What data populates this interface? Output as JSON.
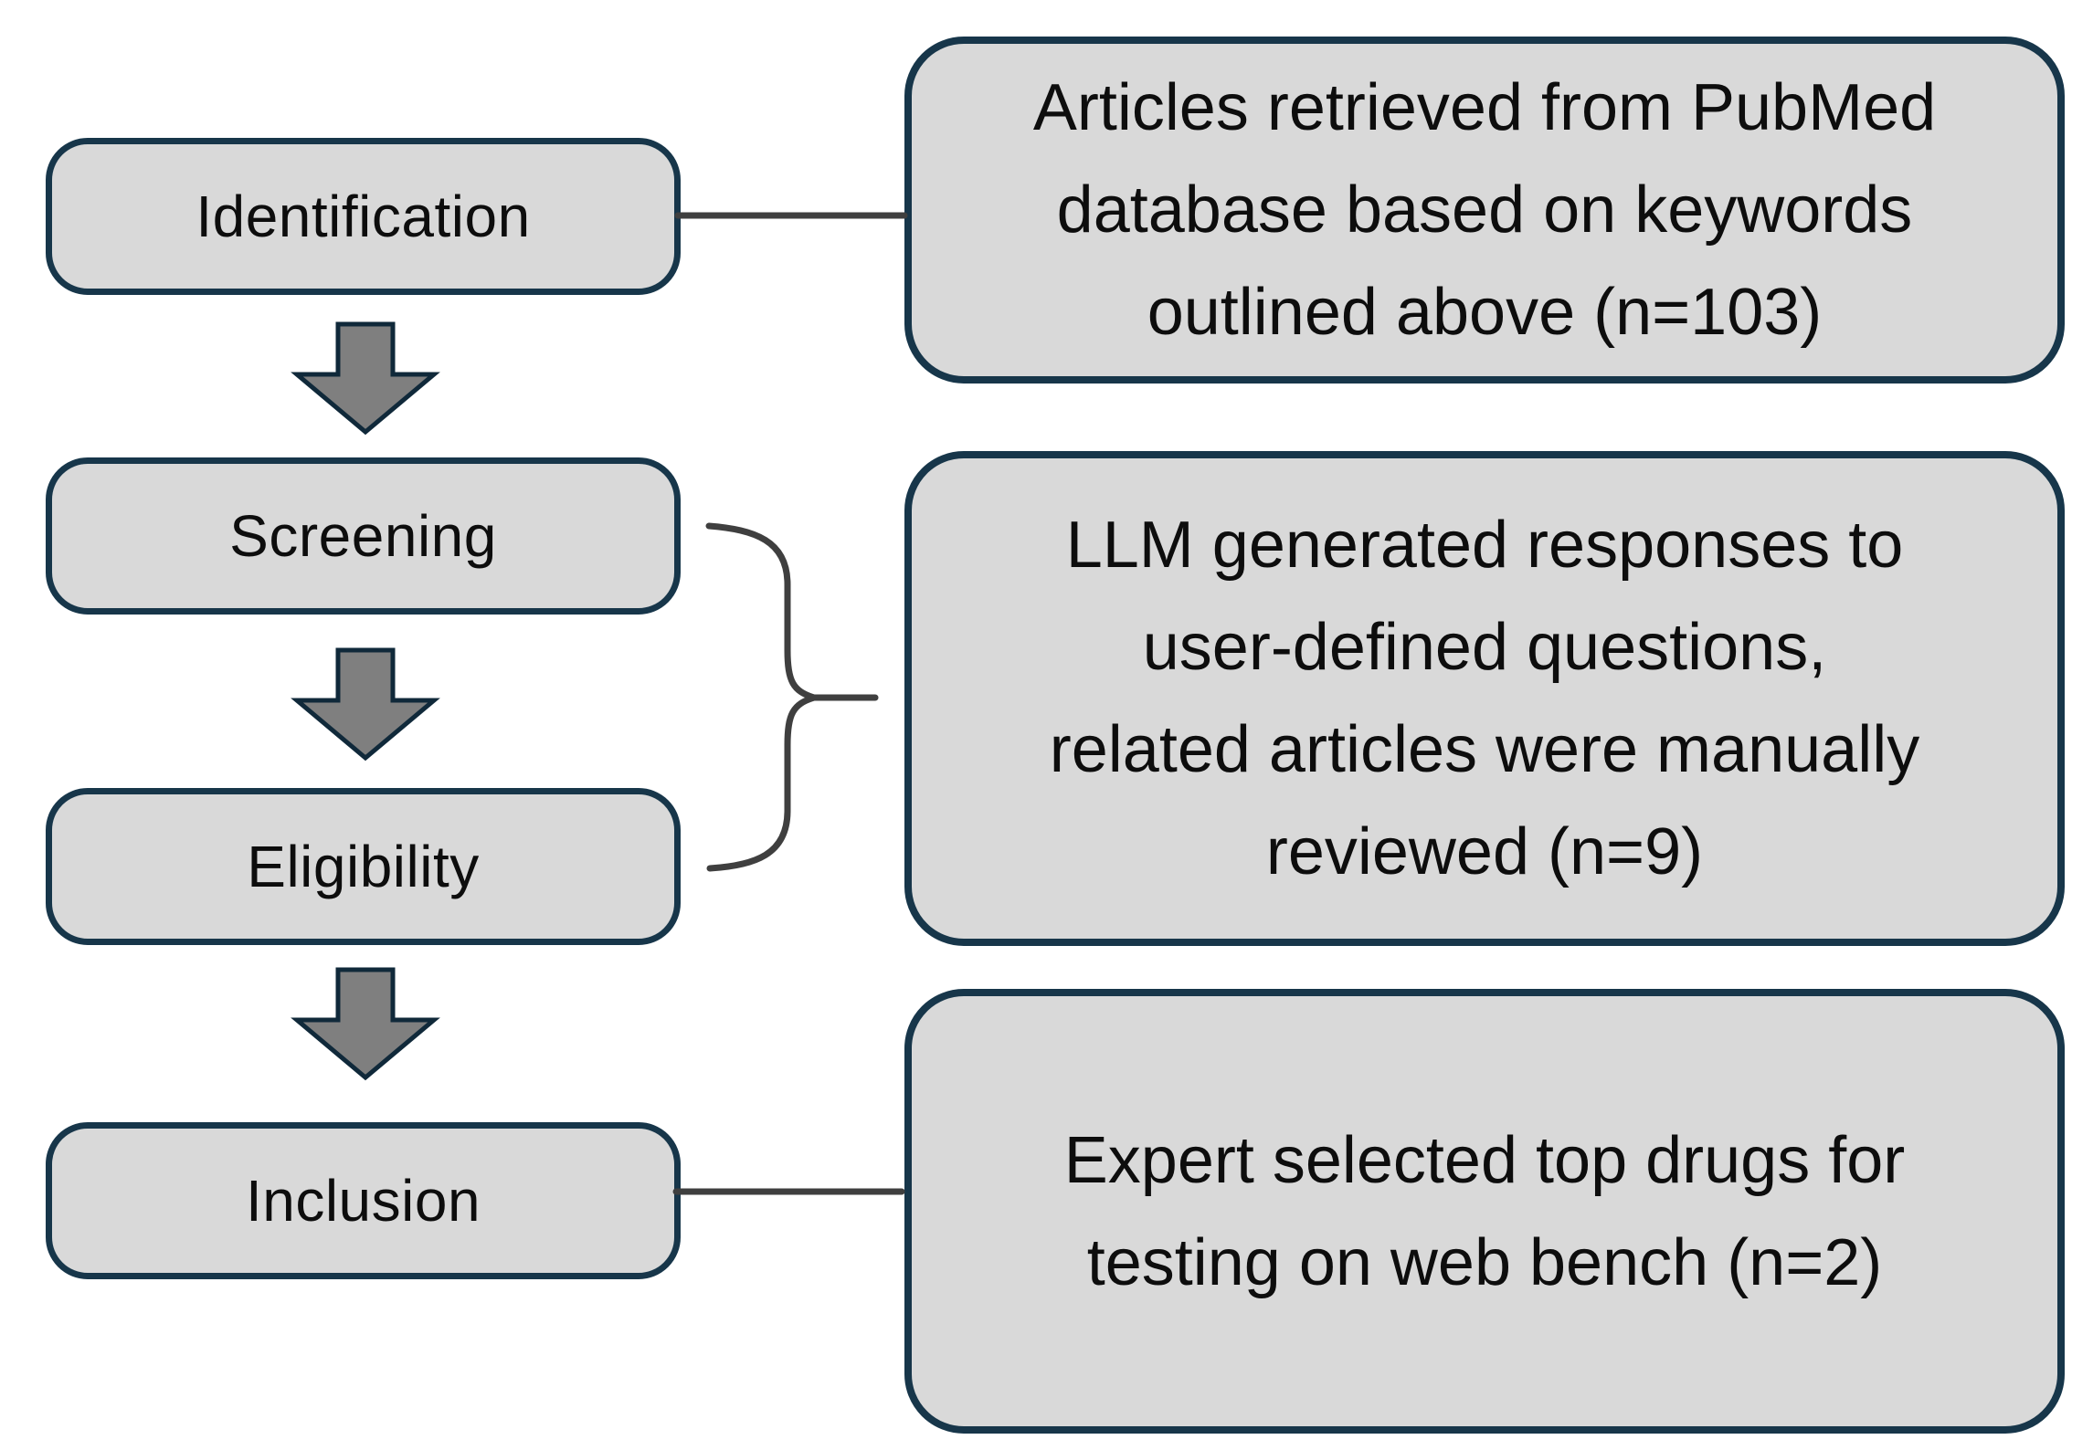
{
  "diagram": {
    "title_semantic": "PRISMA-style article selection flow",
    "colors": {
      "background": "#ffffff",
      "box_fill": "#d9d9d9",
      "box_border": "#17364a",
      "arrow_fill": "#7f7f7f",
      "arrow_border": "#10293a",
      "connector": "#3f3f3f",
      "text": "#0d0d0d"
    },
    "stages": [
      {
        "label": "Identification"
      },
      {
        "label": "Screening"
      },
      {
        "label": "Eligibility"
      },
      {
        "label": "Inclusion"
      }
    ],
    "notes": [
      {
        "lines": [
          "Articles retrieved from PubMed",
          "database based on keywords",
          "outlined above (n=103)"
        ]
      },
      {
        "lines": [
          "LLM generated responses to",
          "user-defined questions,",
          "related articles were manually",
          "reviewed (n=9)"
        ]
      },
      {
        "lines": [
          "Expert selected top drugs for",
          "testing on web bench (n=2)"
        ]
      }
    ]
  }
}
